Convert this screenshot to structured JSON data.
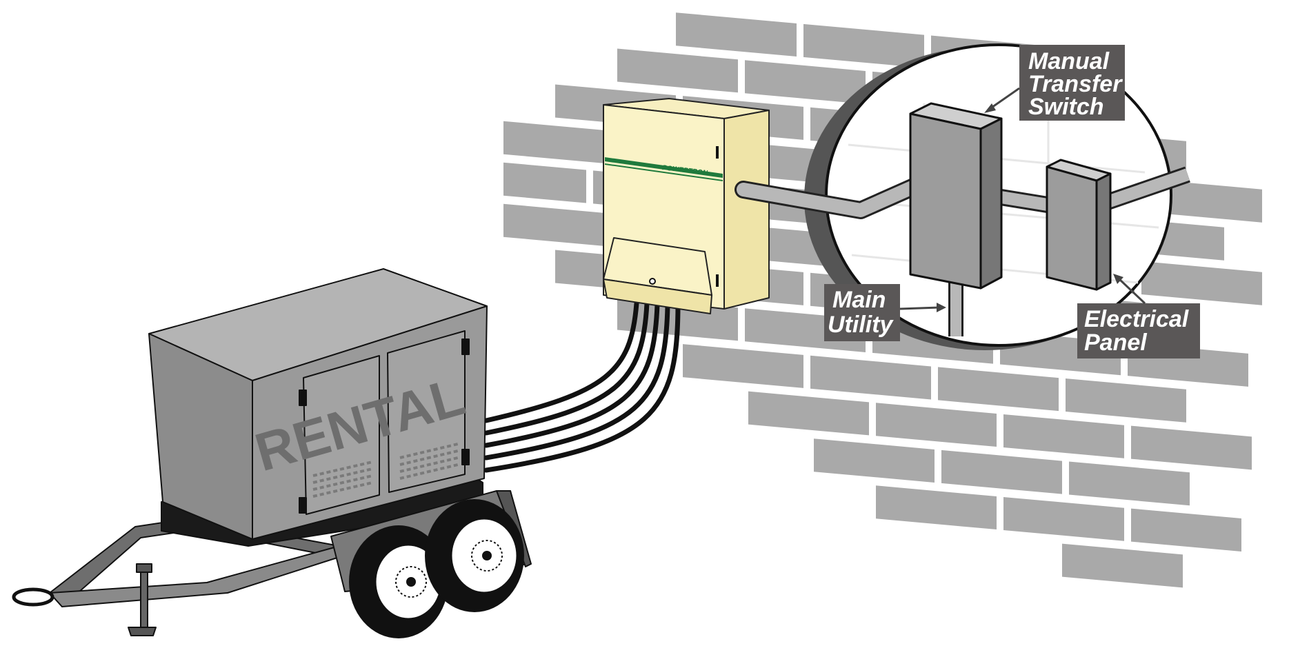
{
  "labels": {
    "transfer_switch": [
      "Manual",
      "Transfer",
      "Switch"
    ],
    "main_utility": [
      "Main",
      "Utility"
    ],
    "electrical_panel": [
      "Electrical",
      "Panel"
    ]
  },
  "enclosure": {
    "brand": "POWERTRON"
  },
  "generator": {
    "text": "RENTAL"
  },
  "colors": {
    "brick": "#a9a9a9",
    "mortar": "#ffffff",
    "enclosure": "#faf3c7",
    "enclosure_stripe": "#1f7a3c",
    "generator_body": "#9a9a9a",
    "label_bg": "#5a5757",
    "cable": "#111111"
  }
}
